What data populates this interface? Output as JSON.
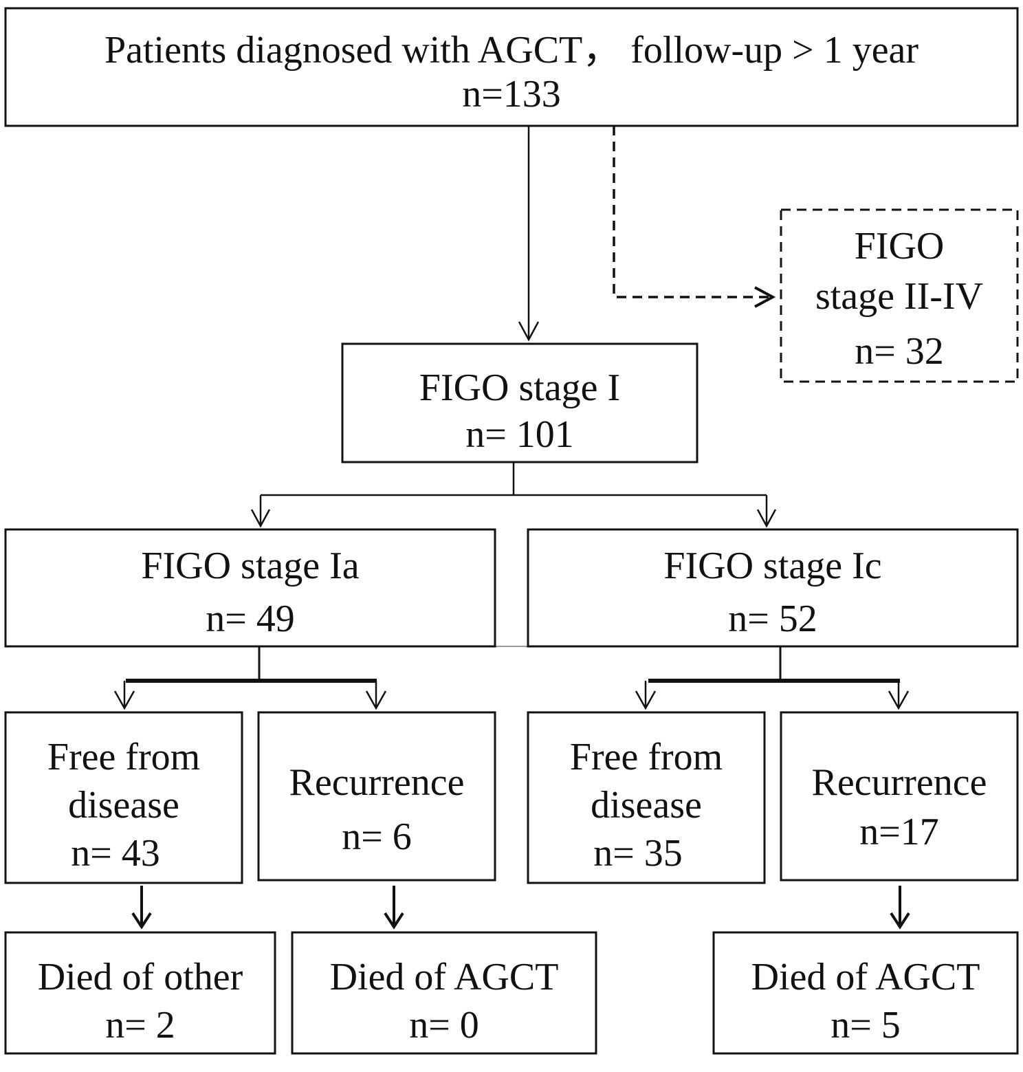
{
  "nodes": {
    "root": {
      "line1": "Patients diagnosed with AGCT， follow-up > 1 year",
      "line2": "n=133"
    },
    "excluded": {
      "line1": "FIGO",
      "line2": "stage II-IV",
      "line3": "n= 32"
    },
    "stage1": {
      "line1": "FIGO stage I",
      "line2": "n= 101"
    },
    "stage1a": {
      "line1": "FIGO stage Ia",
      "line2": "n= 49"
    },
    "stage1c": {
      "line1": "FIGO stage Ic",
      "line2": "n= 52"
    },
    "ia_free": {
      "line1": "Free from",
      "line2": "disease",
      "line3": "n= 43"
    },
    "ia_recurrence": {
      "line1": "Recurrence",
      "line2": "n= 6"
    },
    "ic_free": {
      "line1": "Free from",
      "line2": "disease",
      "line3": "n=  35"
    },
    "ic_recurrence": {
      "line1": "Recurrence",
      "line2": "n=17"
    },
    "ia_died_other": {
      "line1": "Died of other",
      "line2": "n= 2"
    },
    "ia_died_agct": {
      "line1": "Died of AGCT",
      "line2": "n= 0"
    },
    "ic_died_agct": {
      "line1": "Died of AGCT",
      "line2": "n= 5"
    }
  }
}
